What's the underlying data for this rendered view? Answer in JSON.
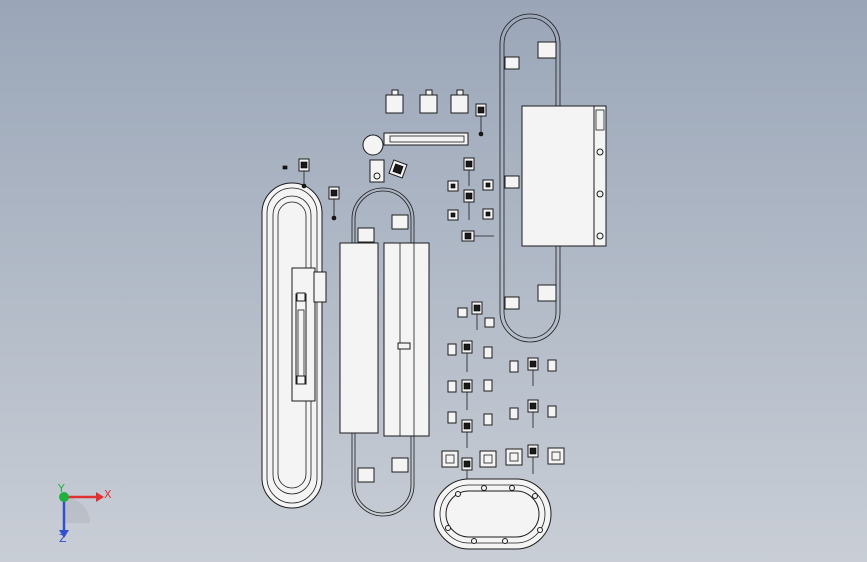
{
  "viewport": {
    "background_top": "#9aa6b8",
    "background_bottom": "#c9ced6"
  },
  "triad": {
    "x_label": "X",
    "y_label": "Y",
    "z_label": "Z",
    "x_color": "#e03030",
    "y_color": "#20b040",
    "z_color": "#3050d0"
  },
  "icons": {
    "triad": "coordinate-triad-icon"
  }
}
